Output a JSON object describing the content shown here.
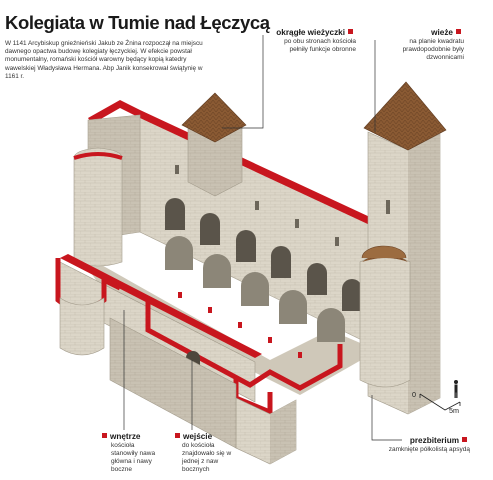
{
  "header": {
    "title": "Kolegiata w Tumie nad Łęczycą",
    "intro": "W 1141 Arcybiskup gnieźnieński Jakub ze Żnina rozpoczął na miejscu dawnego opactwa budowę kolegiaty łęczyckiej. W efekcie powstał monumentalny, romański kościół warowny będący kopią katedry wawelskiej Władysława Hermana. Abp Janik konsekrował świątynię w 1161 r."
  },
  "callouts": {
    "round_turrets": {
      "title": "okrągłe wieżyczki",
      "text": "po obu stronach kościoła pełniły funkcje obronne"
    },
    "towers": {
      "title": "wieże",
      "text": "na planie kwadratu prawdopodobnie były dzwonnicami"
    },
    "interior": {
      "title": "wnętrze",
      "text": "kościoła stanowiły nawa główna i nawy boczne"
    },
    "entrance": {
      "title": "wejście",
      "text": "do kościoła znajdowało się w jednej z naw bocznych"
    },
    "presbytery": {
      "title": "prezbiterium",
      "text": "zamknięte półkolistą apsydą"
    }
  },
  "scale": {
    "zero": "0",
    "length": "5m"
  },
  "colors": {
    "accent_red": "#c8161e",
    "stone": "#dcd6c8",
    "stone_dark": "#b9b2a3",
    "roof": "#8a5a33",
    "leader": "#333333"
  }
}
